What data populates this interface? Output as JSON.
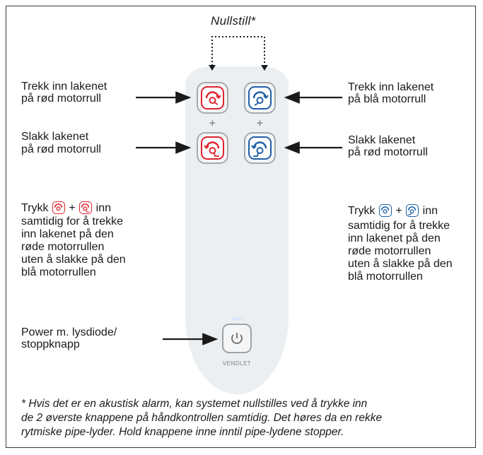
{
  "header": {
    "reset_label": "Nullstill*"
  },
  "labels": {
    "left_top_line1": "Trekk inn lakenet",
    "left_top_line2": "på rød motorrull",
    "left_mid_line1": "Slakk lakenet",
    "left_mid_line2": "på rød motorrull",
    "right_top_line1": "Trekk inn lakenet",
    "right_top_line2": "på blå motorrull",
    "right_mid_line1": "Slakk lakenet",
    "right_mid_line2": "på rød motorrull",
    "power_line1": "Power m. lysdiode/",
    "power_line2": "stoppknapp"
  },
  "left_combo": {
    "prefix": "Trykk",
    "plus": "+",
    "suffix": "inn",
    "lines": [
      "samtidig for å trekke",
      "inn lakenet på den",
      "røde motorrullen",
      "uten å slakke på den",
      "blå motorrullen"
    ]
  },
  "right_combo": {
    "prefix": "Trykk",
    "plus": "+",
    "suffix": "inn",
    "lines": [
      "samtidig for å trekke",
      "inn lakenet på den",
      "røde motorrullen",
      "uten å slakke på den",
      "blå motorrullen"
    ]
  },
  "remote": {
    "plus_left": "+",
    "plus_right": "+",
    "brand": "VENDLET"
  },
  "footnote": {
    "line1": "* Hvis det er en akustisk alarm, kan systemet nullstilles  ved å trykke inn",
    "line2": "de 2 øverste knappene på håndkontrollen samtidig. Det høres da en rekke",
    "line3": "rytmiske pipe-lyder. Hold knappene inne inntil pipe-lydene stopper."
  },
  "colors": {
    "red": "#e0242e",
    "blue": "#1f5fa8"
  }
}
